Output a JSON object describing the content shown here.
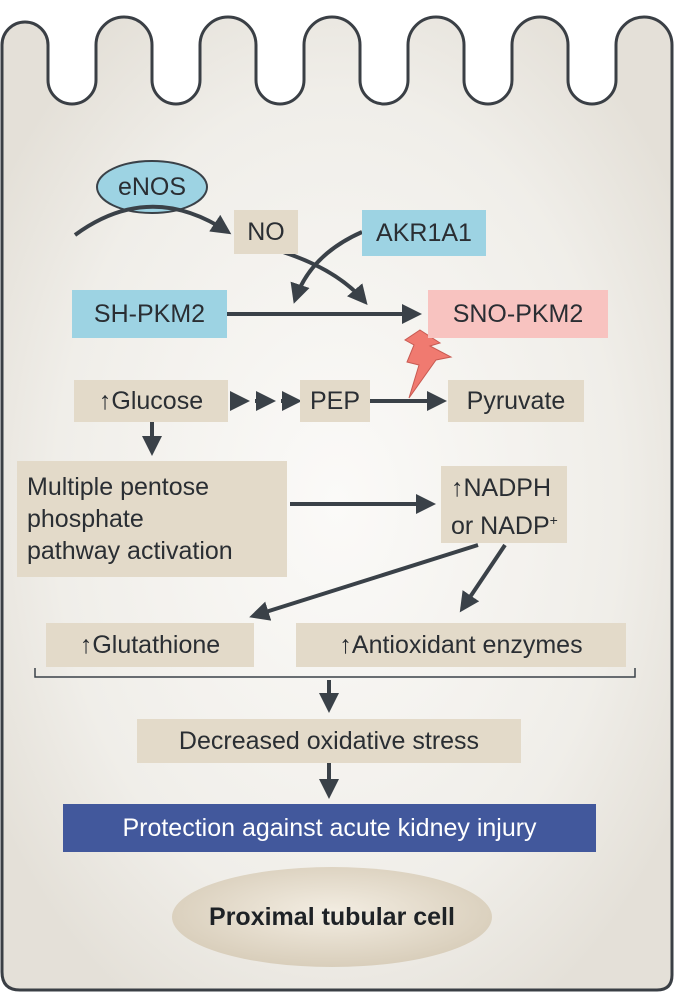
{
  "nodes": {
    "enos": "eNOS",
    "no": "NO",
    "akr1a1": "AKR1A1",
    "sh_pkm2": "SH-PKM2",
    "sno_pkm2": "SNO-PKM2",
    "glucose": "↑Glucose",
    "pep": "PEP",
    "pyruvate": "Pyruvate",
    "ppp_line1": "Multiple pentose",
    "ppp_line2": "phosphate",
    "ppp_line3": "pathway activation",
    "nadph_line1": "↑NADPH",
    "nadph_line2": "or NADP",
    "nadph_sup": "+",
    "glutathione": "↑Glutathione",
    "antioxidant": "↑Antioxidant enzymes",
    "decreased_stress": "Decreased oxidative stress",
    "protection": "Protection against acute kidney injury",
    "cell_label": "Proximal tubular cell"
  },
  "colors": {
    "cell_outline": "#3a3f45",
    "cell_fill_center": "#f7f6f3",
    "cell_fill_edge": "#e6e3dc",
    "tan_box": "#e3dac9",
    "blue_box": "#9dd3e3",
    "pink_box": "#f8c3c0",
    "dark_box": "#42589c",
    "arrow": "#3a4148",
    "lightning": "#f07a70"
  }
}
